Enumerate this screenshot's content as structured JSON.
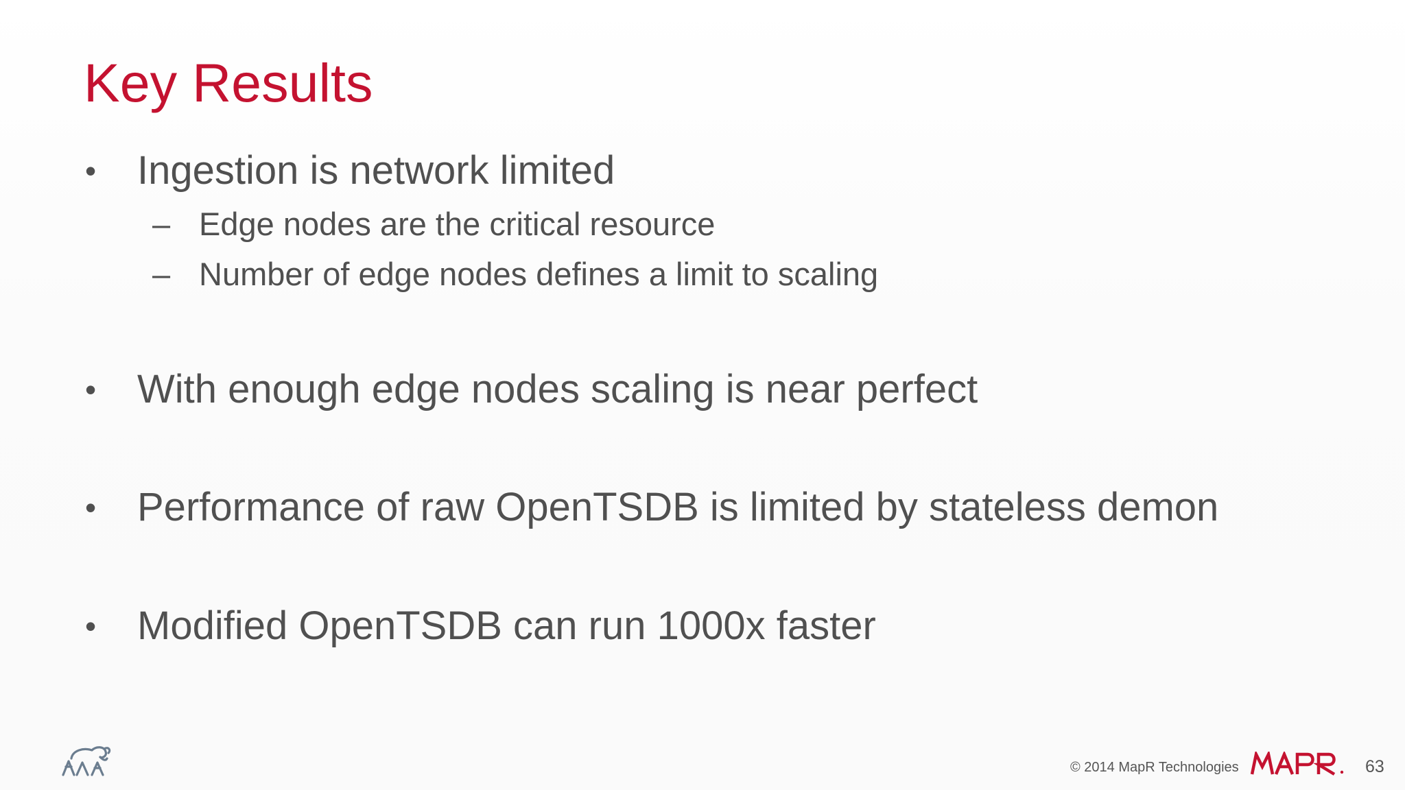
{
  "slide": {
    "title": "Key Results",
    "bullets": [
      {
        "marker": "•",
        "text": "Ingestion is network limited",
        "subitems": [
          {
            "marker": "–",
            "text": "Edge nodes are the critical resource"
          },
          {
            "marker": "–",
            "text": "Number of edge nodes defines a limit to scaling"
          }
        ]
      },
      {
        "marker": "•",
        "text": "With enough edge nodes scaling is near perfect"
      },
      {
        "marker": "•",
        "text": "Performance of raw OpenTSDB is limited by stateless demon"
      },
      {
        "marker": "•",
        "text": "Modified OpenTSDB can run 1000x faster"
      }
    ]
  },
  "footer": {
    "copyright": "© 2014 MapR Technologies",
    "brand_logo_text": "MAPR",
    "page_number": "63",
    "left_logo_icon": "elephant-hadoop-icon"
  },
  "colors": {
    "title": "#c41230",
    "body_text": "#505050",
    "brand_red": "#c41230",
    "logo_gray": "#6b7d8f"
  }
}
